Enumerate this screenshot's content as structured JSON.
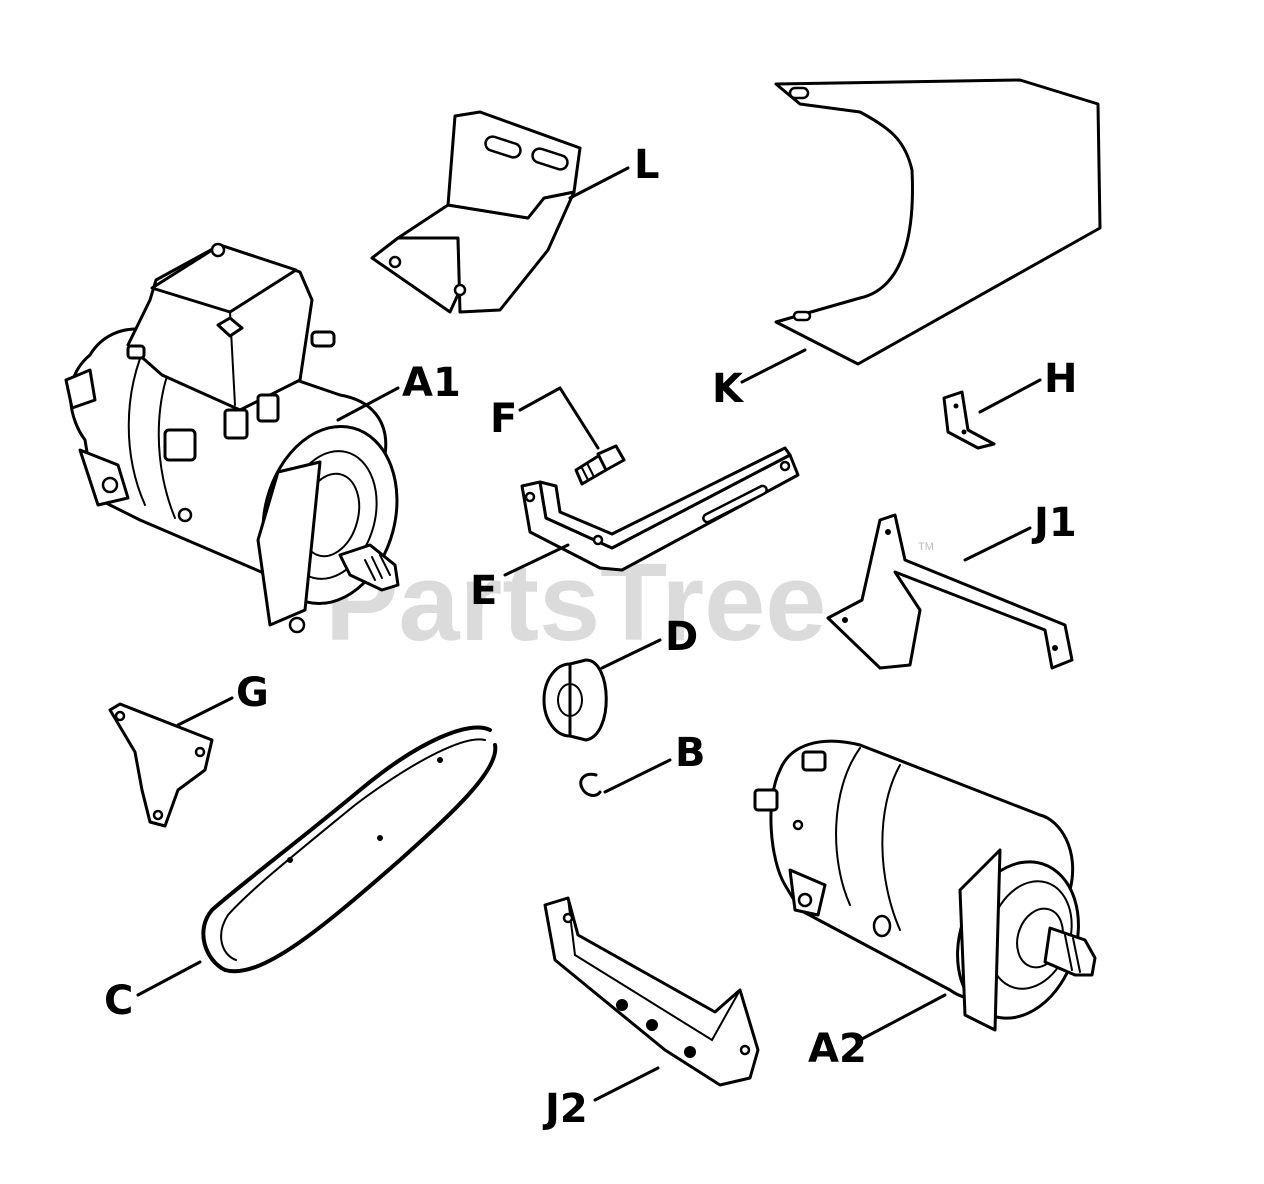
{
  "watermark": {
    "text": "PartsTree",
    "tm": "TM"
  },
  "callouts": {
    "A1": "A1",
    "A2": "A2",
    "B": "B",
    "C": "C",
    "D": "D",
    "E": "E",
    "F": "F",
    "G": "G",
    "H": "H",
    "J1": "J1",
    "J2": "J2",
    "K": "K",
    "L": "L"
  }
}
